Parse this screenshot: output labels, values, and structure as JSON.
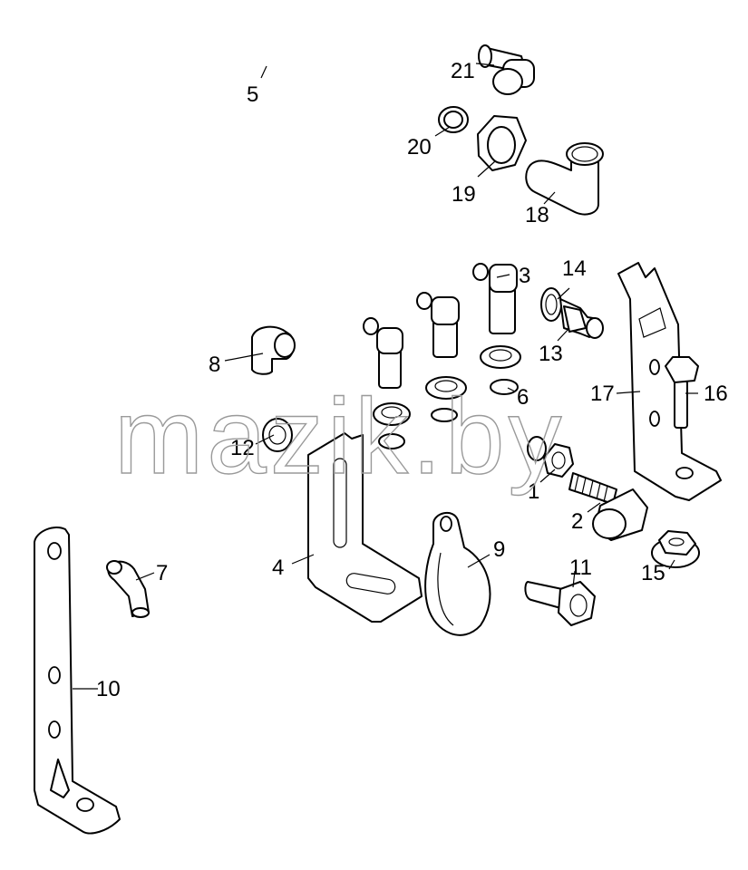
{
  "watermark": "mazik.by",
  "callouts": {
    "c1": "1",
    "c2": "2",
    "c3": "3",
    "c4": "4",
    "c5": "5",
    "c6": "6",
    "c7": "7",
    "c8": "8",
    "c9": "9",
    "c10": "10",
    "c11": "11",
    "c12": "12",
    "c13": "13",
    "c14": "14",
    "c15": "15",
    "c16": "16",
    "c17": "17",
    "c18": "18",
    "c19": "19",
    "c20": "20",
    "c21": "21"
  }
}
